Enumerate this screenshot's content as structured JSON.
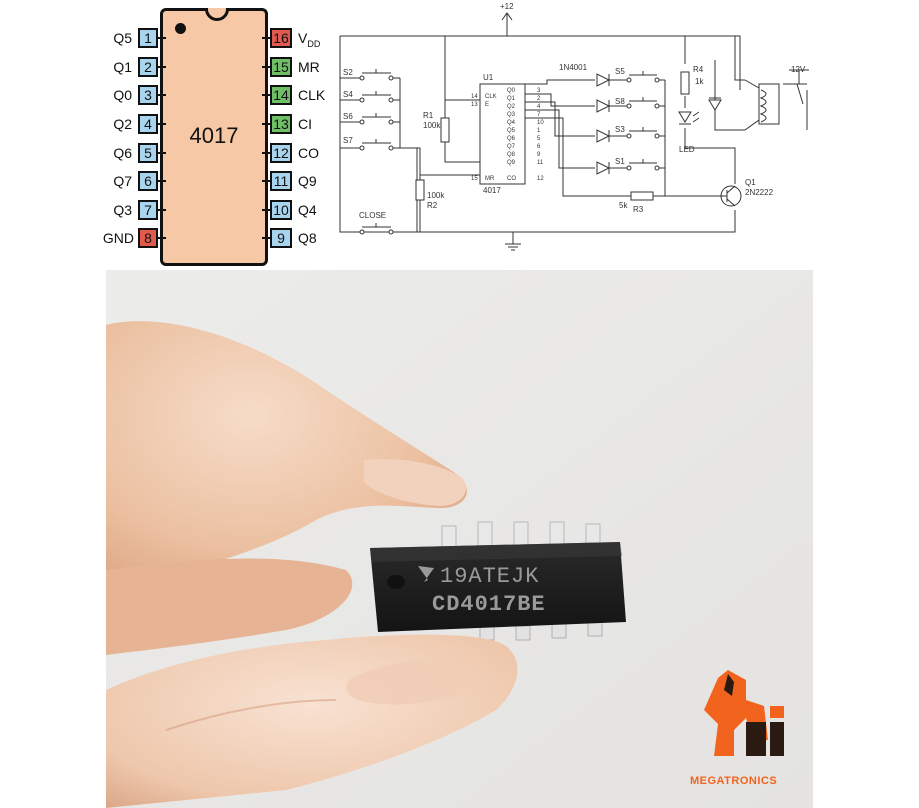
{
  "pinout": {
    "chip_label": "4017",
    "left_pins": [
      {
        "num": "1",
        "name": "Q5",
        "color": "#a9d4ee"
      },
      {
        "num": "2",
        "name": "Q1",
        "color": "#a9d4ee"
      },
      {
        "num": "3",
        "name": "Q0",
        "color": "#a9d4ee"
      },
      {
        "num": "4",
        "name": "Q2",
        "color": "#a9d4ee"
      },
      {
        "num": "5",
        "name": "Q6",
        "color": "#a9d4ee"
      },
      {
        "num": "6",
        "name": "Q7",
        "color": "#a9d4ee"
      },
      {
        "num": "7",
        "name": "Q3",
        "color": "#a9d4ee"
      },
      {
        "num": "8",
        "name": "GND",
        "color": "#e05a4e"
      }
    ],
    "right_pins": [
      {
        "num": "16",
        "name": "V",
        "sub": "DD",
        "color": "#e05a4e"
      },
      {
        "num": "15",
        "name": "MR",
        "color": "#6fbf66"
      },
      {
        "num": "14",
        "name": "CLK",
        "color": "#6fbf66"
      },
      {
        "num": "13",
        "name": "CI",
        "color": "#6fbf66"
      },
      {
        "num": "12",
        "name": "CO",
        "color": "#a9d4ee"
      },
      {
        "num": "11",
        "name": "Q9",
        "color": "#a9d4ee"
      },
      {
        "num": "10",
        "name": "Q4",
        "color": "#a9d4ee"
      },
      {
        "num": "9",
        "name": "Q8",
        "color": "#a9d4ee"
      }
    ]
  },
  "schematic": {
    "supply": "+12",
    "switches": [
      "S2",
      "S4",
      "S6",
      "S7"
    ],
    "close_switch": "CLOSE",
    "r1": "R1",
    "r1_value": "100k",
    "r2": "R2",
    "r2_value": "100k",
    "u1": "U1",
    "ic_name": "4017",
    "ic_left_pins": [
      {
        "num": "14",
        "name": "CLK"
      },
      {
        "num": "13",
        "name": "E"
      },
      {
        "num": "15",
        "name": "MR"
      }
    ],
    "ic_right_pins": [
      {
        "num": "3",
        "name": "Q0"
      },
      {
        "num": "2",
        "name": "Q1"
      },
      {
        "num": "4",
        "name": "Q2"
      },
      {
        "num": "7",
        "name": "Q3"
      },
      {
        "num": "10",
        "name": "Q4"
      },
      {
        "num": "1",
        "name": "Q5"
      },
      {
        "num": "5",
        "name": "Q6"
      },
      {
        "num": "6",
        "name": "Q7"
      },
      {
        "num": "9",
        "name": "Q8"
      },
      {
        "num": "11",
        "name": "Q9"
      },
      {
        "num": "12",
        "name": "CO"
      }
    ],
    "diode_label": "1N4001",
    "right_switches": [
      "S5",
      "S8",
      "S3",
      "S1"
    ],
    "r4": "R4",
    "r4_value": "1k",
    "led": "LED",
    "relay_label": "12V",
    "r3": "R3",
    "r3_value": "5k",
    "q1": "Q1",
    "q1_model": "2N2222"
  },
  "photo": {
    "chip_marking_1": "19ATEJK",
    "chip_marking_2": "CD4017BE",
    "logo_text": "MEGATRONICS",
    "colors": {
      "background": "#ececea",
      "chip_body": "#1e1e1e",
      "chip_text": "#9a9a9a",
      "skin": "#f0c8aa",
      "logo_orange": "#f2641e",
      "logo_dark": "#2a1a12"
    }
  }
}
